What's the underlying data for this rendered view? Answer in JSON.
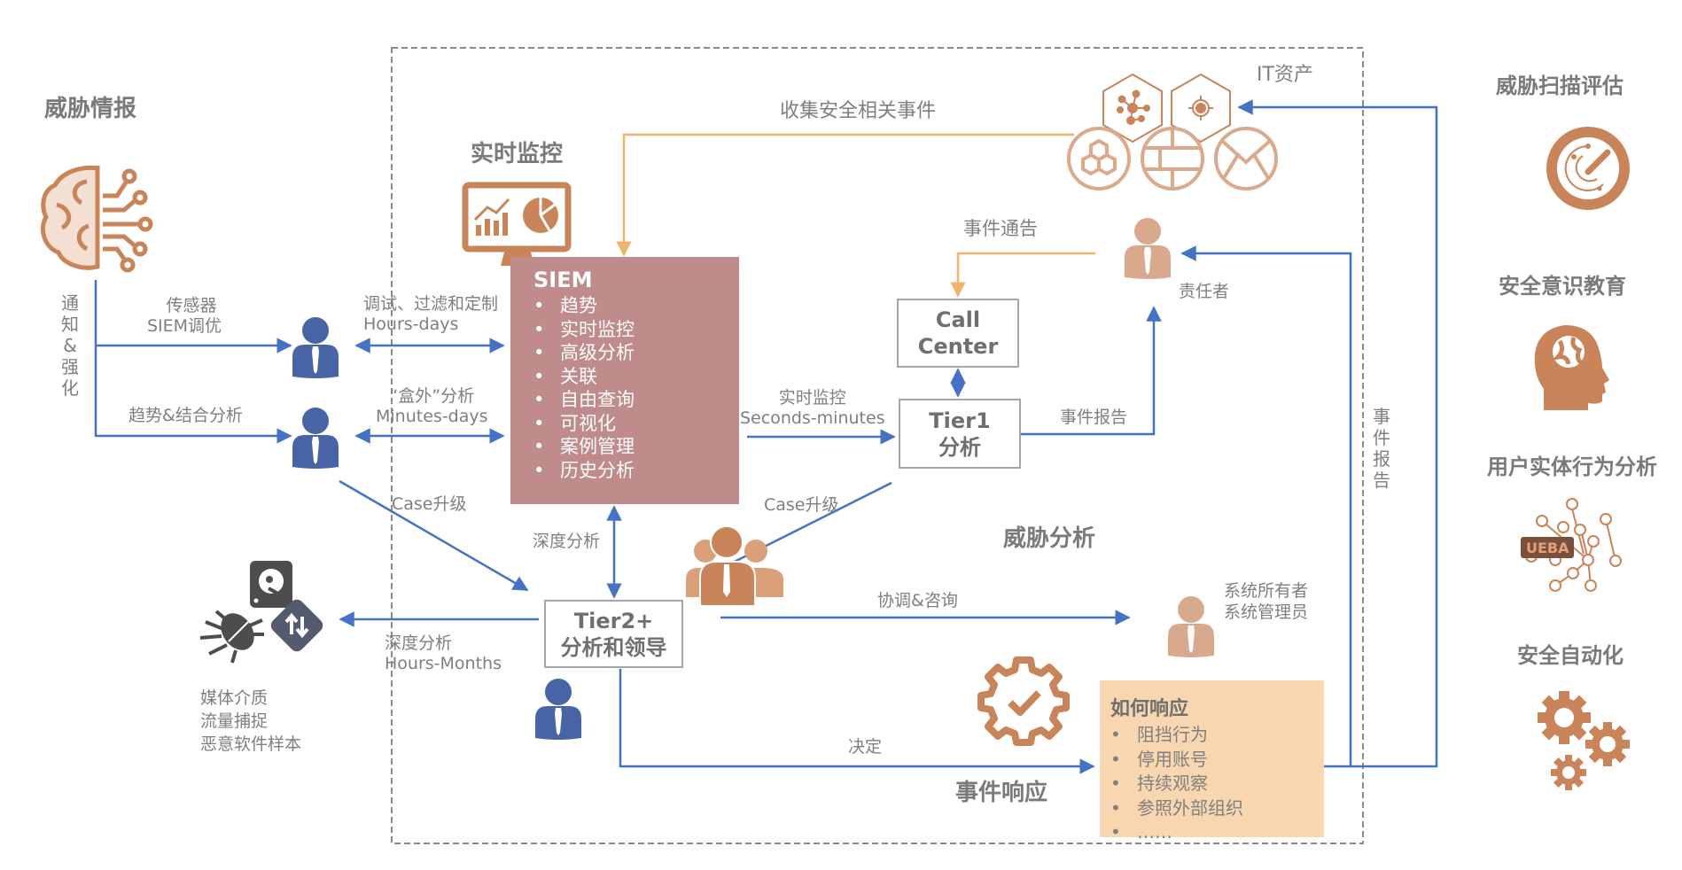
{
  "sections": {
    "threat_intel": "威胁情报",
    "realtime_monitoring": "实时监控",
    "threat_analysis": "威胁分析",
    "incident_response": "事件响应",
    "threat_scan": "威胁扫描评估",
    "awareness": "安全意识教育",
    "ueba": "用户实体行为分析",
    "automation": "安全自动化"
  },
  "ueba_badge": "UEBA",
  "left": {
    "vertical_label": [
      "通",
      "知",
      "&",
      "强",
      "化"
    ],
    "sensor_label": [
      "传感器",
      "SIEM调优"
    ],
    "trend_label": "趋势&结合分析",
    "evidence_items": [
      "媒体介质",
      "流量捕捉",
      "恶意软件样本"
    ]
  },
  "flows": {
    "tuning": [
      "调试、过滤和定制",
      "Hours-days"
    ],
    "outbox": [
      "“盒外”分析",
      "Minutes-days"
    ],
    "case_up_left": "Case升级",
    "deep_analysis_up": "深度分析",
    "deep_analysis_left": [
      "深度分析",
      "Hours-Months"
    ],
    "realtime": [
      "实时监控",
      "Seconds-minutes"
    ],
    "case_up_right": "Case升级",
    "collect_events": "收集安全相关事件",
    "incident_notice": "事件通告",
    "incident_report_h": "事件报告",
    "incident_report_v": [
      "事",
      "件",
      "报",
      "告"
    ],
    "coordinate": "协调&咨询",
    "decide": "决定"
  },
  "siem": {
    "title": "SIEM",
    "bullet": "•",
    "items": [
      "趋势",
      "实时监控",
      "高级分析",
      "关联",
      "自由查询",
      "可视化",
      "案例管理",
      "历史分析"
    ]
  },
  "call_center": [
    "Call",
    "Center"
  ],
  "tier1": [
    "Tier1",
    "分析"
  ],
  "tier2": [
    "Tier2+",
    "分析和领导"
  ],
  "it_assets": "IT资产",
  "responsible": "责任者",
  "sys_owner": [
    "系统所有者",
    "系统管理员"
  ],
  "response": {
    "title": "如何响应",
    "bullet": "•",
    "items": [
      "阻挡行为",
      "停用账号",
      "持续观察",
      "参照外部组织",
      "……"
    ]
  },
  "colors": {
    "blue": "#4472c4",
    "orange_line": "#f0b46e",
    "icon_brown": "#c9845a",
    "icon_light": "#dba98c",
    "person_blue": "#4864a4",
    "person_tan": "#d9a98e",
    "siem_bg": "#bf8b8b",
    "resp_bg": "#f8d7b0"
  }
}
